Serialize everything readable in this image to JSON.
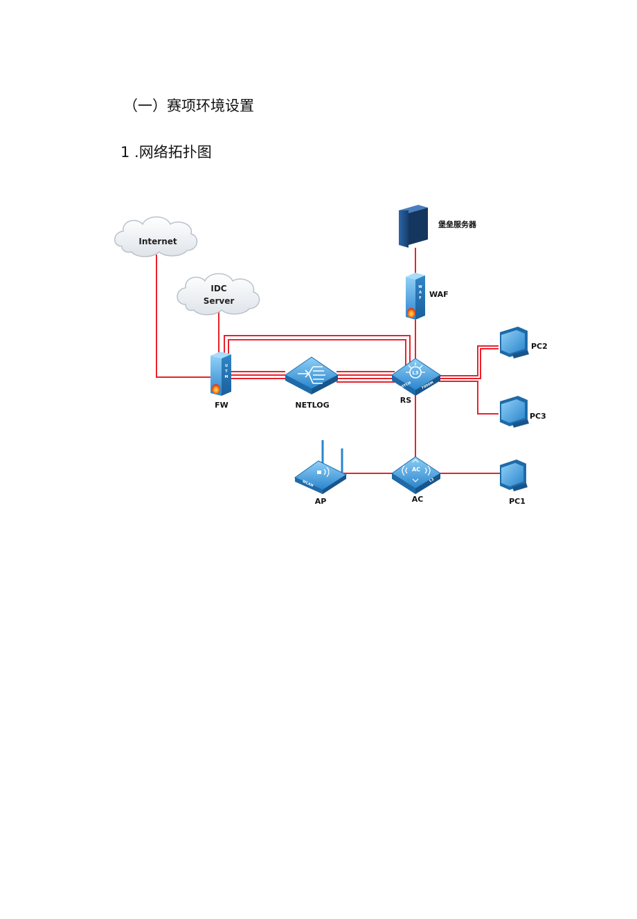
{
  "document": {
    "section_heading": "（一）赛项环境设置",
    "sub_heading": "1 .网络拓扑图"
  },
  "diagram": {
    "nodes": {
      "internet": {
        "label": "Internet",
        "kind": "cloud"
      },
      "idc": {
        "label_line1": "IDC",
        "label_line2": "Server",
        "kind": "cloud"
      },
      "bastion": {
        "label": "堡垒服务器",
        "kind": "server"
      },
      "waf": {
        "label": "WAF",
        "kind": "firewall"
      },
      "fw": {
        "label": "FW",
        "kind": "firewall",
        "device_text": "UTM"
      },
      "netlog": {
        "label": "NETLOG",
        "kind": "log-appliance"
      },
      "rs": {
        "label": "RS",
        "kind": "l3-switch",
        "device_text": "L3",
        "device_text2": "SWITCH",
        "device_text3": "7000M"
      },
      "ap": {
        "label": "AP",
        "kind": "wireless-ap",
        "device_text": "WLAN"
      },
      "ac": {
        "label": "AC",
        "kind": "wireless-controller",
        "device_text": "AC",
        "device_text2": "L3"
      },
      "pc1": {
        "label": "PC1",
        "kind": "pc"
      },
      "pc2": {
        "label": "PC2",
        "kind": "pc"
      },
      "pc3": {
        "label": "PC3",
        "kind": "pc"
      }
    },
    "links": [
      [
        "internet",
        "fw"
      ],
      [
        "idc",
        "fw"
      ],
      [
        "fw",
        "rs"
      ],
      [
        "fw",
        "rs"
      ],
      [
        "fw",
        "netlog"
      ],
      [
        "netlog",
        "rs"
      ],
      [
        "bastion",
        "waf"
      ],
      [
        "waf",
        "rs"
      ],
      [
        "rs",
        "pc2"
      ],
      [
        "rs",
        "pc3"
      ],
      [
        "rs",
        "ac"
      ],
      [
        "ac",
        "ap"
      ],
      [
        "ac",
        "pc1"
      ]
    ],
    "colors": {
      "link": "#e8212b",
      "device_blue": "#2f8fd6",
      "device_light": "#7cc4f2",
      "server_dark": "#1f4f86",
      "cloud": "#eef1f4"
    }
  }
}
